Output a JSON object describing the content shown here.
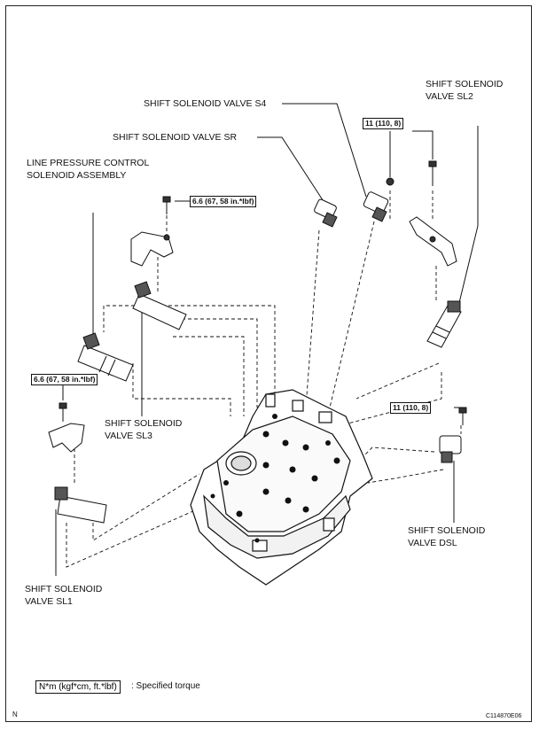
{
  "labels": {
    "s4": "SHIFT SOLENOID VALVE S4",
    "sr": "SHIFT SOLENOID VALVE SR",
    "sl2_line1": "SHIFT SOLENOID",
    "sl2_line2": "VALVE SL2",
    "line_pressure_line1": "LINE PRESSURE CONTROL",
    "line_pressure_line2": "SOLENOID ASSEMBLY",
    "sl3_line1": "SHIFT SOLENOID",
    "sl3_line2": "VALVE SL3",
    "dsl_line1": "SHIFT SOLENOID",
    "dsl_line2": "VALVE DSL",
    "sl1_line1": "SHIFT SOLENOID",
    "sl1_line2": "VALVE SL1"
  },
  "torques": {
    "t_top": "11 (110, 8)",
    "t_mid": "6.6 (67, 58 in.*lbf)",
    "t_left": "6.6 (67, 58 in.*lbf)",
    "t_right": "11 (110, 8)"
  },
  "legend": {
    "unit": "N*m (kgf*cm, ft.*lbf)",
    "desc": ": Specified torque"
  },
  "footer": {
    "left_mark": "N",
    "code": "C114870E06"
  }
}
